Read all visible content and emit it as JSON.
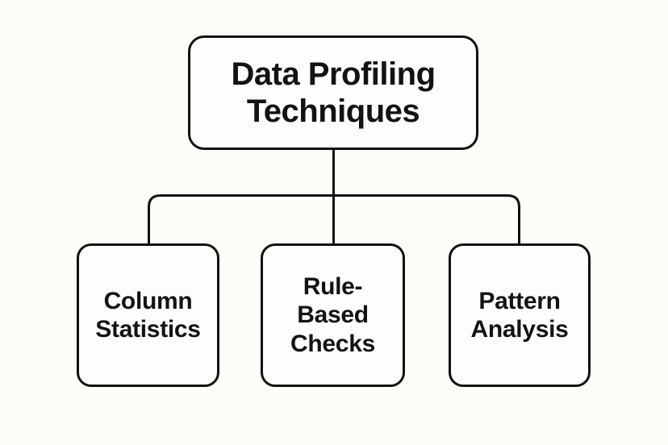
{
  "diagram": {
    "title": "Data Profiling Techniques flowchart",
    "root": {
      "label": "Data Profiling Techniques",
      "lines": [
        "Data Profiling",
        "Techniques"
      ]
    },
    "children": [
      {
        "label": "Column Statistics",
        "lines": [
          "Column",
          "Statistics"
        ]
      },
      {
        "label": "Rule-Based Checks",
        "lines": [
          "Rule-",
          "Based",
          "Checks"
        ]
      },
      {
        "label": "Pattern Analysis",
        "lines": [
          "Pattern",
          "Analysis"
        ]
      }
    ],
    "colors": {
      "background": "#fdfcf8",
      "box_fill": "#fefdfb",
      "stroke": "#111111",
      "text": "#131313"
    }
  }
}
